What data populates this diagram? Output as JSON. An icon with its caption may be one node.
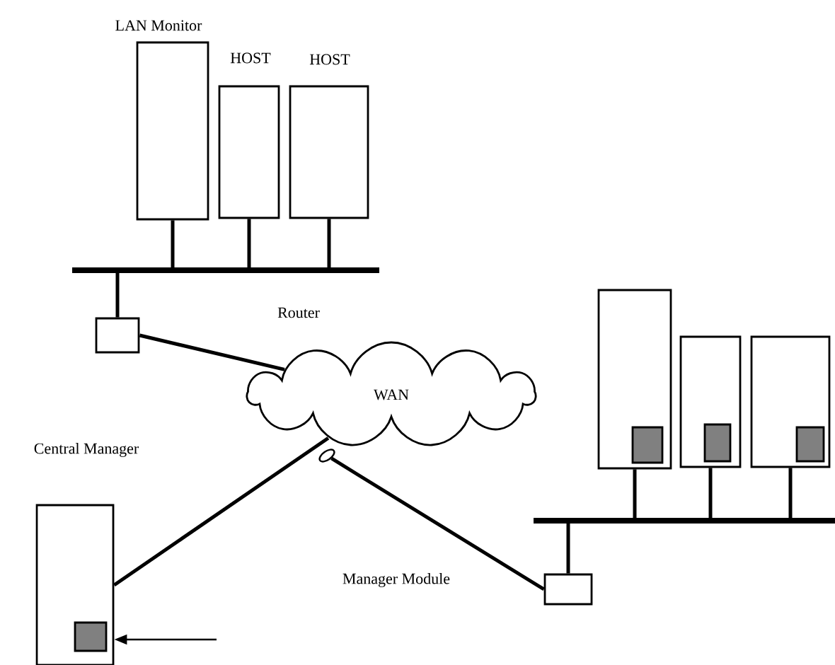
{
  "diagram": {
    "nodes": [
      {
        "text": [
          "LAN Monitor"
        ]
      },
      {
        "text": [
          "HOST"
        ]
      },
      {
        "text": [
          "HOST"
        ]
      },
      {
        "text": [],
        "shape": "bar"
      },
      {
        "text": [],
        "shape": "box"
      },
      {
        "text": [
          "WAN"
        ]
      },
      {
        "text": [],
        "shape": "picture"
      },
      {
        "text": [
          "Central Manager"
        ]
      },
      {
        "text": [],
        "shape": "box"
      },
      {
        "text": [],
        "shape": "box"
      },
      {
        "text": [],
        "shape": "box"
      },
      {
        "text": [],
        "shape": "bar"
      },
      {
        "text": [],
        "shape": "box"
      }
    ],
    "edges": [
      {
        "from": 0,
        "to": 3,
        "arrow": "none"
      },
      {
        "from": 1,
        "to": 3,
        "arrow": "none"
      },
      {
        "from": 2,
        "to": 3,
        "arrow": "none"
      },
      {
        "from": 3,
        "to": 4,
        "arrow": "none"
      },
      {
        "from": 4,
        "to": 5,
        "arrow": "none"
      },
      {
        "from": 7,
        "to": 5,
        "arrow": "none"
      },
      {
        "from": 6,
        "to": 12,
        "arrow": "none"
      },
      {
        "from": 8,
        "to": 11,
        "arrow": "none"
      },
      {
        "from": 9,
        "to": 11,
        "arrow": "none"
      },
      {
        "from": 10,
        "to": 11,
        "arrow": "none"
      },
      {
        "from": 11,
        "to": 12,
        "arrow": "none"
      },
      {
        "from": null,
        "to": 7,
        "arrow": "to"
      }
    ],
    "labels": [
      "Router",
      "Manager Module"
    ]
  }
}
